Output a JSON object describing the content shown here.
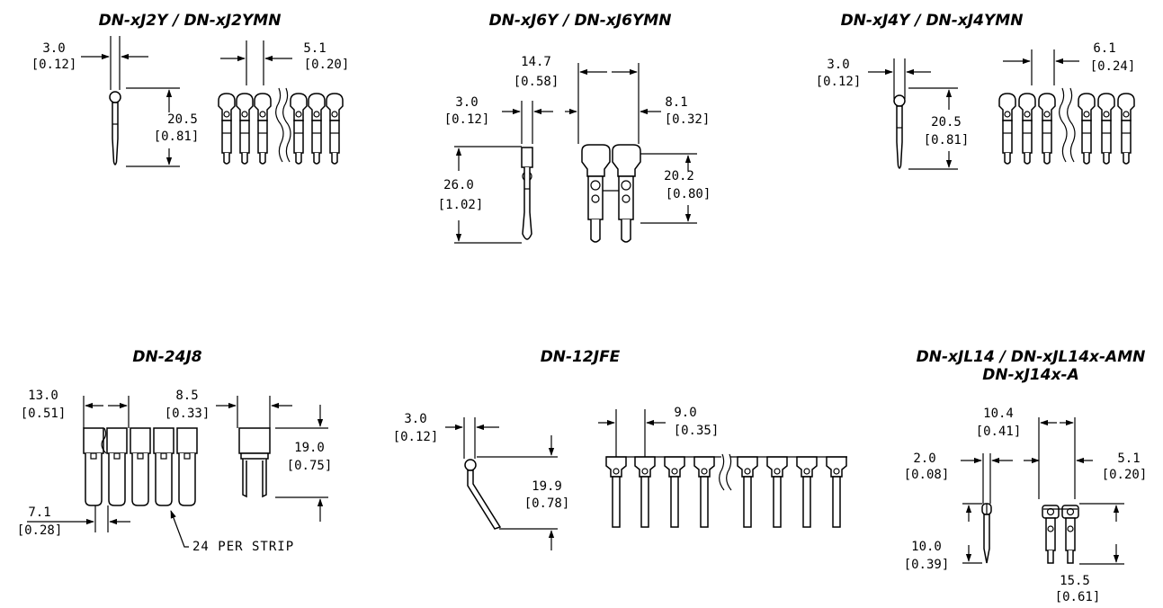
{
  "titles": {
    "j2y": "DN-xJ2Y / DN-xJ2YMN",
    "j6y": "DN-xJ6Y /  DN-xJ6YMN",
    "j4y": "DN-xJ4Y / DN-xJ4YMN",
    "j8": "DN-24J8",
    "jfe": "DN-12JFE",
    "jl14_line1": "DN-xJL14 / DN-xJL14x-AMN",
    "jl14_line2": "DN-xJ14x-A"
  },
  "dims": {
    "j2y_a_mm": "3.0",
    "j2y_a_in": "[0.12]",
    "j2y_b_mm": "5.1",
    "j2y_b_in": "[0.20]",
    "j2y_c_mm": "20.5",
    "j2y_c_in": "[0.81]",
    "j6y_a_mm": "14.7",
    "j6y_a_in": "[0.58]",
    "j6y_b_mm": "3.0",
    "j6y_b_in": "[0.12]",
    "j6y_c_mm": "8.1",
    "j6y_c_in": "[0.32]",
    "j6y_d_mm": "26.0",
    "j6y_d_in": "[1.02]",
    "j6y_e_mm": "20.2",
    "j6y_e_in": "[0.80]",
    "j4y_a_mm": "3.0",
    "j4y_a_in": "[0.12]",
    "j4y_b_mm": "6.1",
    "j4y_b_in": "[0.24]",
    "j4y_c_mm": "20.5",
    "j4y_c_in": "[0.81]",
    "j8_a_mm": "13.0",
    "j8_a_in": "[0.51]",
    "j8_b_mm": "8.5",
    "j8_b_in": "[0.33]",
    "j8_c_mm": "19.0",
    "j8_c_in": "[0.75]",
    "j8_d_mm": "7.1",
    "j8_d_in": "[0.28]",
    "jfe_a_mm": "3.0",
    "jfe_a_in": "[0.12]",
    "jfe_b_mm": "9.0",
    "jfe_b_in": "[0.35]",
    "jfe_c_mm": "19.9",
    "jfe_c_in": "[0.78]",
    "jl14_a_mm": "10.4",
    "jl14_a_in": "[0.41]",
    "jl14_b_mm": "2.0",
    "jl14_b_in": "[0.08]",
    "jl14_c_mm": "5.1",
    "jl14_c_in": "[0.20]",
    "jl14_d_mm": "10.0",
    "jl14_d_in": "[0.39]",
    "jl14_e_mm": "15.5",
    "jl14_e_in": "[0.61]"
  },
  "notes": {
    "per_strip": "24 PER STRIP"
  }
}
